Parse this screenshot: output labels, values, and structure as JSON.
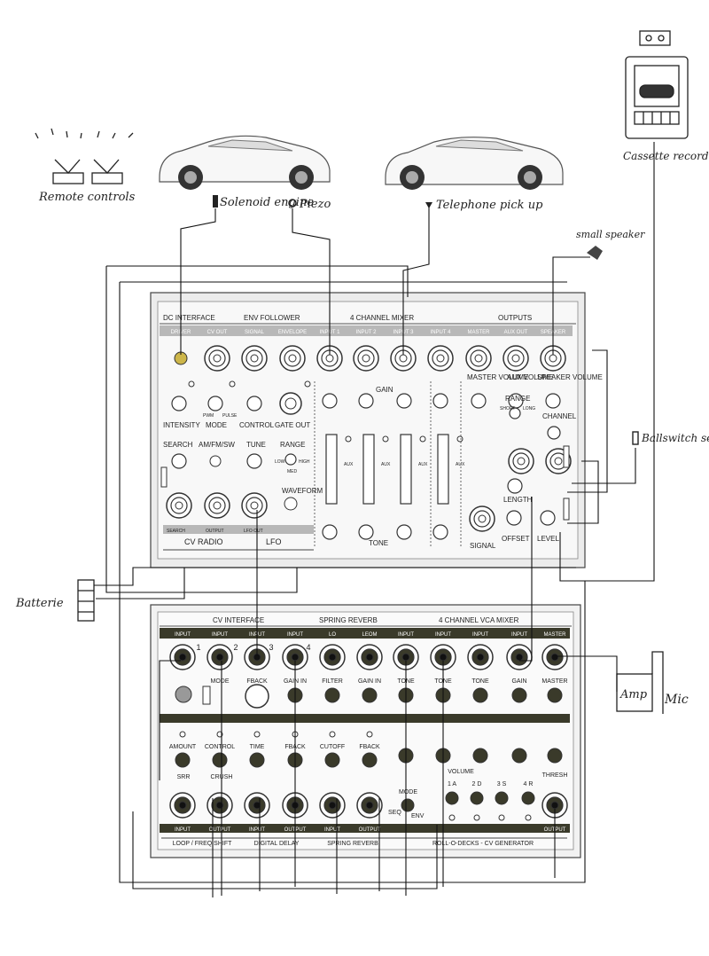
{
  "handwritten": {
    "remote_controls": "Remote controls",
    "solenoid_engine": "Solenoid engine",
    "piezo": "Piezo",
    "telephone_pickup": "Telephone pick up",
    "small_speaker": "small speaker",
    "cassette_recorder": "Cassette recorder",
    "ballswitch_sensor": "Ballswitch sensor",
    "batterie": "Batterie",
    "amp": "Amp",
    "mic": "Mic"
  },
  "upper_panel": {
    "sections": {
      "dc_interface": "DC INTERFACE",
      "env_follower": "ENV FOLLOWER",
      "four_channel_mixer": "4 CHANNEL MIXER",
      "outputs": "OUTPUTS"
    },
    "jack_labels": [
      "DRIVER",
      "CV OUT",
      "SIGNAL",
      "ENVELOPE",
      "INPUT 1",
      "INPUT 2",
      "INPUT 3",
      "INPUT 4",
      "MASTER",
      "AUX OUT",
      "SPEAKER"
    ],
    "labels": {
      "master_volume": "MASTER VOLUME",
      "aux_volume": "AUX VOLUME",
      "speaker_volume": "SPEAKER VOLUME",
      "gain": "GAIN",
      "intensity": "INTENSITY",
      "mode": "MODE",
      "control": "CONTROL",
      "gate_out": "GATE OUT",
      "pwm": "PWM",
      "pulse": "PULSE",
      "search": "SEARCH",
      "am_fm_sw": "AM/FM/SW",
      "tune": "TUNE",
      "range": "RANGE",
      "low": "LOW",
      "high": "HIGH",
      "med": "MED",
      "waveform": "WAVEFORM",
      "aux": "AUX",
      "tone": "TONE",
      "range_r": "RANGE",
      "short": "SHORT",
      "long": "LONG",
      "channel": "CHANNEL",
      "length": "LENGTH",
      "offset": "OFFSET",
      "level": "LEVEL",
      "signal": "SIGNAL",
      "search_jack": "SEARCH",
      "output_jack": "OUTPUT",
      "lfo_out_jack": "LFO OUT",
      "cv_radio": "CV RADIO",
      "lfo": "LFO"
    }
  },
  "lower_panel": {
    "sections": {
      "cv_interface": "CV INTERFACE",
      "spring_reverb": "SPRING REVERB",
      "vca_mixer": "4 CHANNEL VCA MIXER"
    },
    "jack_labels": [
      "INPUT",
      "INPUT",
      "INPUT",
      "INPUT",
      "LO",
      "LEOM",
      "INPUT",
      "INPUT",
      "INPUT",
      "INPUT",
      "MASTER"
    ],
    "knob_labels": [
      "MODE",
      "FBACK",
      "GAIN IN",
      "FILTER",
      "GAIN IN",
      "TONE",
      "TONE",
      "TONE",
      "GAIN",
      "MASTER"
    ],
    "numbers": [
      "1",
      "2",
      "3",
      "4"
    ],
    "row2_labels": [
      "AMOUNT",
      "CONTROL",
      "TIME",
      "FBACK",
      "CUTOFF",
      "FBACK"
    ],
    "row3_labels": [
      "SRR",
      "CRUSH",
      "VOLUME",
      "THRESH"
    ],
    "decks": [
      "1 A",
      "2 D",
      "3 S",
      "4 R"
    ],
    "mode_labels": {
      "mode": "MODE",
      "seq": "SEQ",
      "env": "ENV"
    },
    "bottom_jack_labels": [
      "INPUT",
      "OUTPUT",
      "INPUT",
      "OUTPUT",
      "INPUT",
      "OUTPUT",
      "OUTPUT"
    ],
    "bottom_sections": [
      "LOOP / FREQ SHIFT",
      "DIGITAL DELAY",
      "SPRING REVERB",
      "ROLL-O-DECKS - CV GENERATOR"
    ]
  }
}
